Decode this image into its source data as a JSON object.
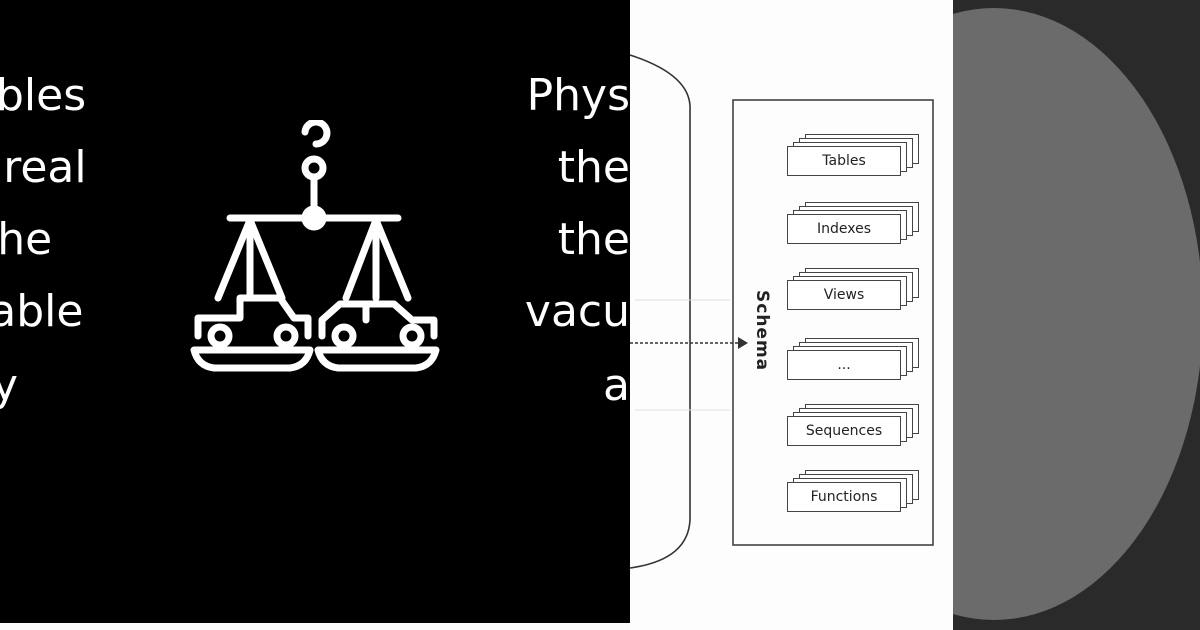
{
  "left_slide": {
    "lines": [
      "bles",
      "t real",
      "the",
      "table",
      "y"
    ],
    "icon": "scale-with-cars-icon"
  },
  "right_slide": {
    "lines": [
      "Phys",
      "the",
      "the",
      "vacu",
      "a"
    ]
  },
  "diagram": {
    "schema_label": "Schema",
    "items": [
      "Tables",
      "Indexes",
      "Views",
      "...",
      "Sequences",
      "Functions"
    ]
  },
  "colors": {
    "slide_bg": "#000000",
    "slide_text": "#ffffff",
    "diagram_bg": "#fdfdfd",
    "right_bg": "#2a2a2a",
    "circle": "#6b6b6b"
  }
}
